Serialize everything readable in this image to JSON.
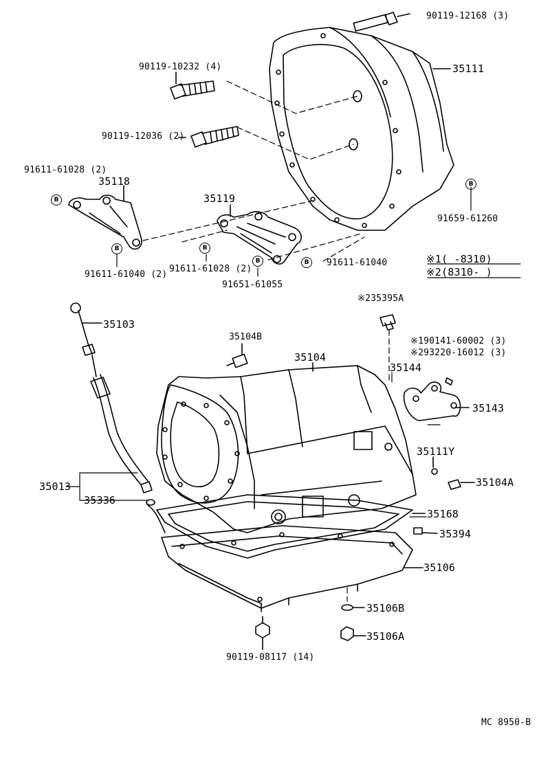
{
  "labels": {
    "p90119_12168": "90119-12168 (3)",
    "p35111": "35111",
    "p90119_10232": "90119-10232 (4)",
    "p90119_12036": "90119-12036 (2)",
    "p91611_61028_a": "91611-61028 (2)",
    "p35118": "35118",
    "p35119": "35119",
    "p91659_61260": "91659-61260",
    "p91611_61040_a": "91611-61040 (2)",
    "p91611_61028_b": "91611-61028 (2)",
    "p91611_61040_b": "91611-61040",
    "p91651_61055": "91651-61055",
    "note1": "※1(      -8310)",
    "note2": "※2(8310-        )",
    "p35395A": "※235395A",
    "p35103": "35103",
    "p35104B": "35104B",
    "p35104": "35104",
    "p90141": "※190141-60002 (3)",
    "p93220": "※293220-16012 (3)",
    "p35144": "35144",
    "p35143": "35143",
    "p35111Y": "35111Y",
    "p35104A": "35104A",
    "p35013": "35013",
    "p35336": "35336",
    "p35168": "35168",
    "p35394": "35394",
    "p35106": "35106",
    "p35106B": "35106B",
    "p35106A": "35106A",
    "p90119_08117": "90119-08117 (14)",
    "ref": "MC 8950-B"
  },
  "badge_letter": "B"
}
